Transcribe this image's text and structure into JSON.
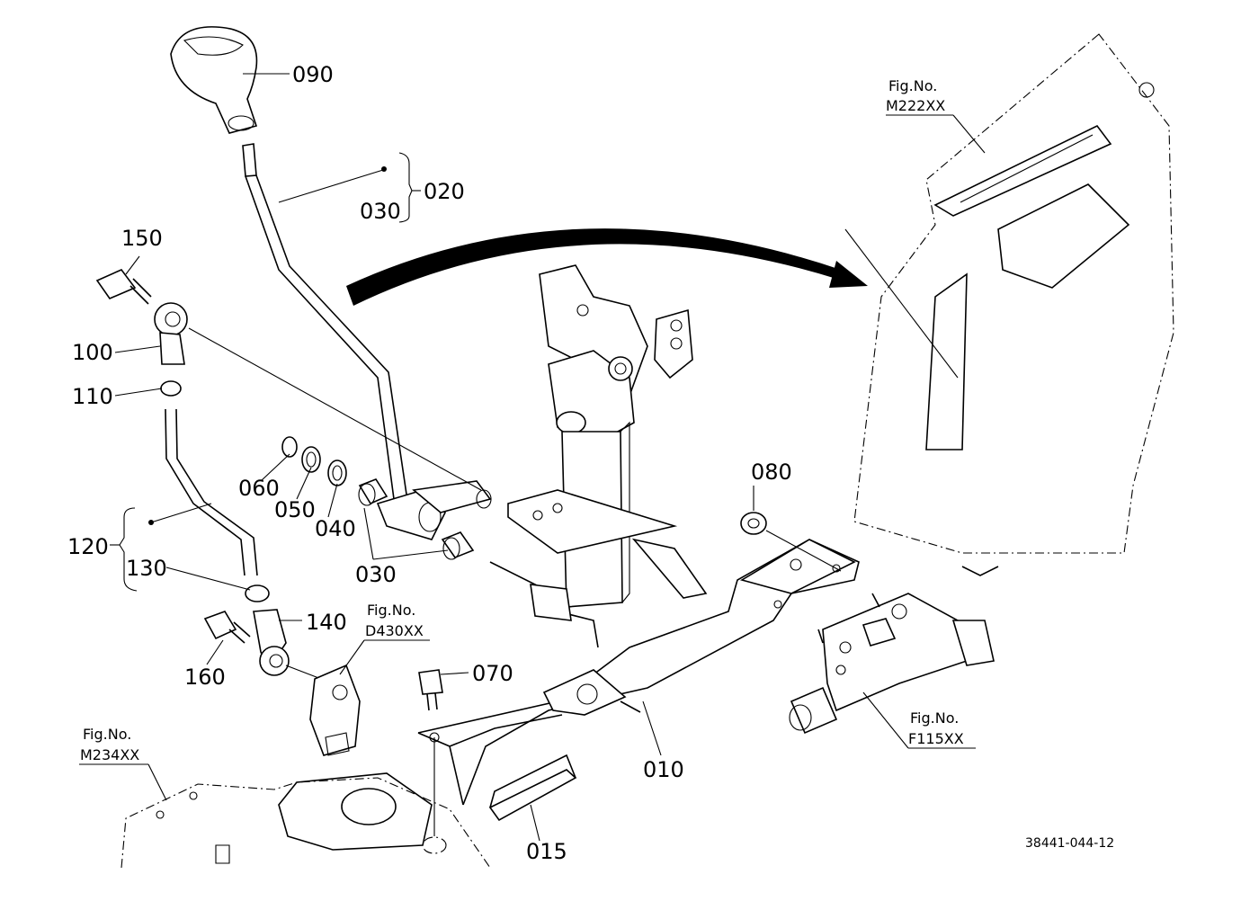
{
  "callouts": {
    "p090": "090",
    "p020": "020",
    "p030_top": "030",
    "p150": "150",
    "p100": "100",
    "p110": "110",
    "p060": "060",
    "p050": "050",
    "p040": "040",
    "p030_bottom": "030",
    "p120": "120",
    "p130": "130",
    "p140": "140",
    "p160": "160",
    "p080": "080",
    "p070": "070",
    "p010": "010",
    "p015": "015"
  },
  "figure_refs": {
    "m222": {
      "title": "Fig.No.",
      "code": "M222XX"
    },
    "d430": {
      "title": "Fig.No.",
      "code": "D430XX"
    },
    "m234": {
      "title": "Fig.No.",
      "code": "M234XX"
    },
    "f115": {
      "title": "Fig.No.",
      "code": "F115XX"
    }
  },
  "drawing_number": "38441-044-12"
}
